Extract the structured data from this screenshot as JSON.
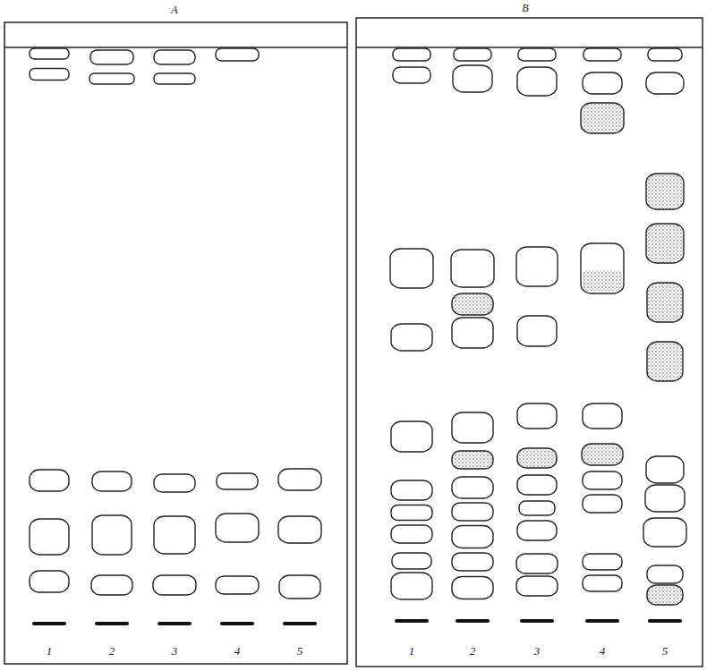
{
  "diagram": {
    "labels": [
      "A",
      "B",
      "1",
      "2",
      "3",
      "4",
      "5",
      "1",
      "2",
      "3",
      "4",
      "5"
    ]
  }
}
